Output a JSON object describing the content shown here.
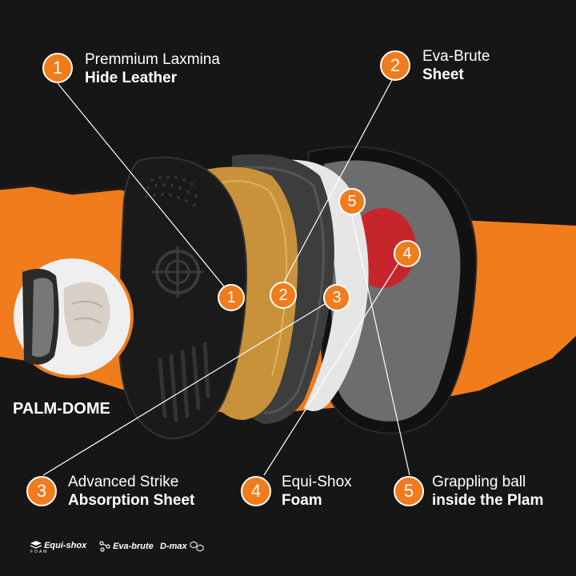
{
  "callouts": [
    {
      "num": "1",
      "line1": "Premmium Laxmina",
      "line2": "Hide Leather"
    },
    {
      "num": "2",
      "line1": "Eva-Brute",
      "line2": "Sheet"
    },
    {
      "num": "3",
      "line1": "Advanced Strike",
      "line2": "Absorption Sheet"
    },
    {
      "num": "4",
      "line1": "Equi-Shox",
      "line2": "Foam"
    },
    {
      "num": "5",
      "line1": "Grappling ball",
      "line2": "inside the Plam"
    }
  ],
  "markers": [
    "1",
    "2",
    "3",
    "4",
    "5"
  ],
  "palm_label": "PALM-DOME",
  "logos": {
    "equishox": {
      "name": "Equi-shox",
      "sub": "FOAM"
    },
    "evabrute": {
      "name": "Eva-brute"
    },
    "dmax": {
      "name": "D-max"
    }
  },
  "colors": {
    "accent": "#f07c1c",
    "background": "#161616"
  },
  "icons": [
    "layers-icon",
    "molecule-icon",
    "hexagon-icon"
  ]
}
